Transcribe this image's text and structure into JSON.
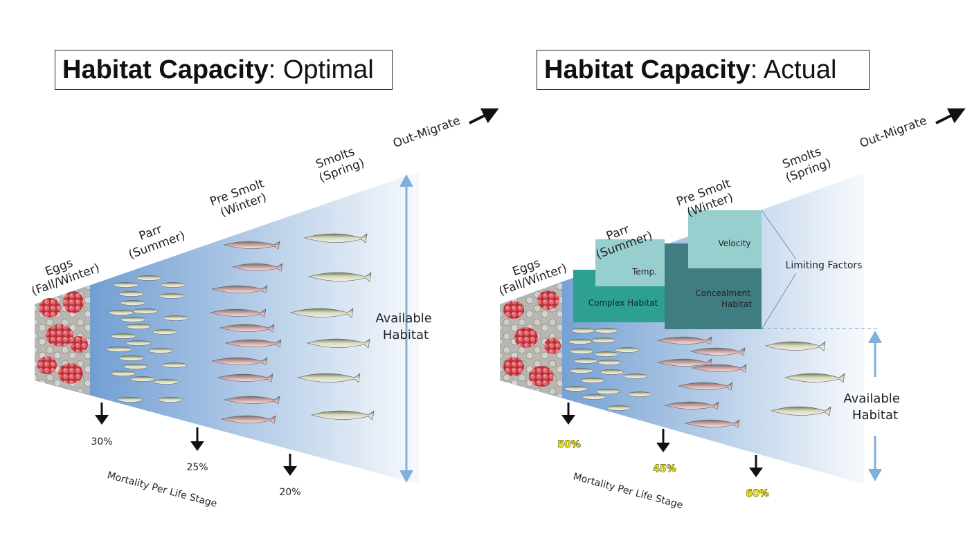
{
  "left": {
    "title_bold": "Habitat Capacity",
    "title_rest": ": Optimal",
    "stages": {
      "eggs": [
        "Eggs",
        "(Fall/Winter)"
      ],
      "parr": [
        "Parr",
        "(Summer)"
      ],
      "presmolt": [
        "Pre Smolt",
        "(Winter)"
      ],
      "smolts": [
        "Smolts",
        "(Spring)"
      ],
      "outmigrate": "Out-Migrate"
    },
    "available_habitat": [
      "Available",
      "Habitat"
    ],
    "mortality": [
      "30%",
      "25%",
      "20%"
    ],
    "mortality_label": "Mortality Per Life Stage"
  },
  "right": {
    "title_bold": "Habitat Capacity",
    "title_rest": ": Actual",
    "stages": {
      "eggs": [
        "Eggs",
        "(Fall/Winter)"
      ],
      "parr": [
        "Parr",
        "(Summer)"
      ],
      "presmolt": [
        "Pre Smolt",
        "(Winter)"
      ],
      "smolts": [
        "Smolts",
        "(Spring)"
      ],
      "outmigrate": "Out-Migrate"
    },
    "available_habitat": [
      "Available",
      "Habitat"
    ],
    "mortality": [
      "50%",
      "45%",
      "60%"
    ],
    "mortality_label": "Mortality Per Life Stage",
    "limiting_factors": {
      "label": "Limiting Factors",
      "temp": "Temp.",
      "complex_habitat": "Complex Habitat",
      "velocity": "Velocity",
      "concealment": [
        "Concealment",
        "Habitat"
      ]
    }
  },
  "colors": {
    "habitat_blue": "#5b8fcb",
    "arrow_blue": "#7fb0dc",
    "teal_light": "#97cfcf",
    "teal_mid": "#2e9f93",
    "teal_dark": "#407d80",
    "mortality_highlight": "#f5e800"
  }
}
